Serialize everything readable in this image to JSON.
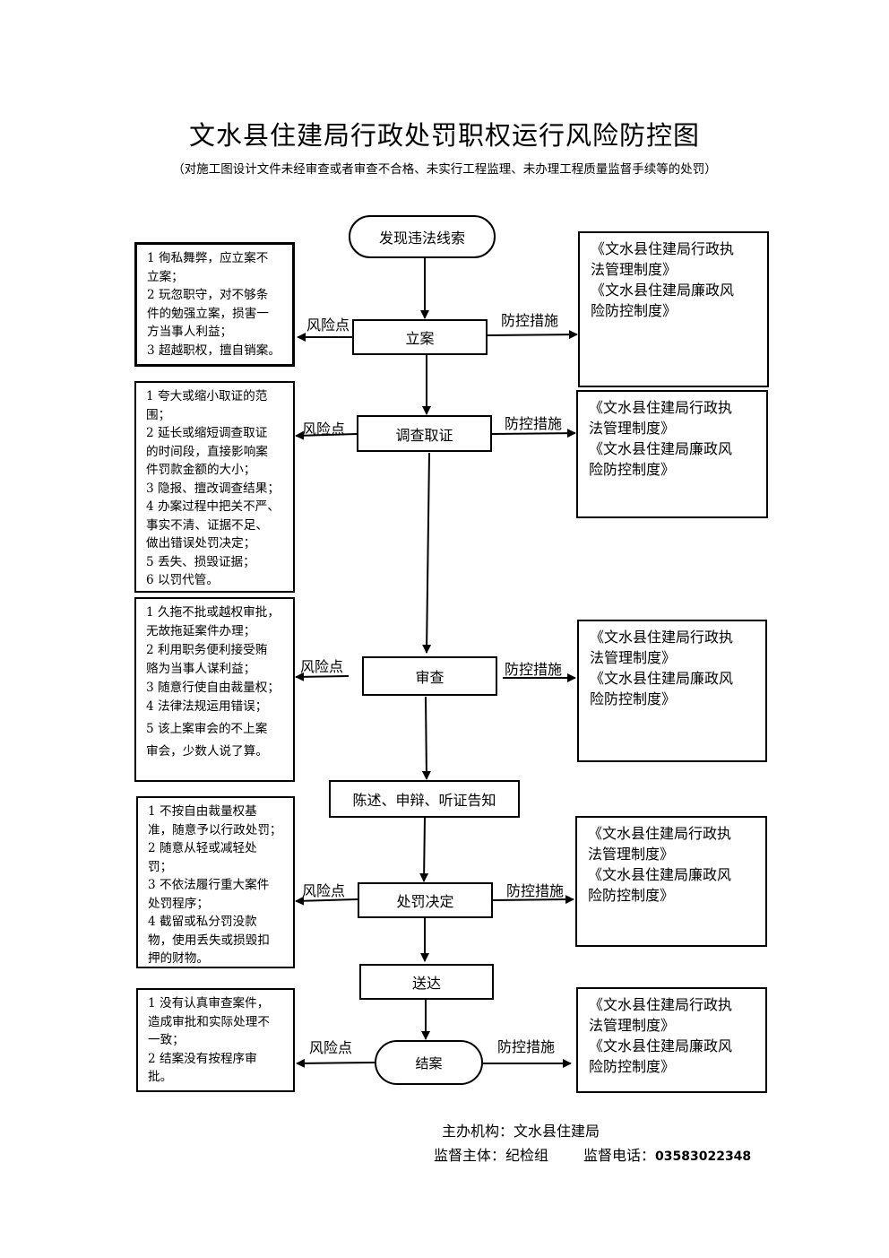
{
  "title": "文水县住建局行政处罚职权运行风险防控图",
  "subtitle": "（对施工图设计文件未经审查或者审查不合格、未实行工程监理、未办理工程质量监督手续等的处罚）",
  "labels": {
    "risk_point": "风险点",
    "control_measure": "防控措施"
  },
  "steps": {
    "discover": "发现违法线索",
    "filing": "立案",
    "investigate": "调查取证",
    "review": "审查",
    "notify": "陈述、申辩、听证告知",
    "decision": "处罚决定",
    "deliver": "送达",
    "close": "结案"
  },
  "risks": {
    "filing": [
      "1 徇私舞弊，应立案不",
      "立案；",
      "2 玩忽职守，对不够条",
      "件的勉强立案，损害一",
      "方当事人利益；",
      "3 超越职权，擅自销案。"
    ],
    "investigate": [
      "1 夸大或缩小取证的范",
      "围；",
      "2 延长或缩短调查取证",
      "的时间段，直接影响案",
      "件罚款金额的大小；",
      "3 隐报、擅改调查结果；",
      "4 办案过程中把关不严、",
      "事实不清、证据不足、",
      "做出错误处罚决定；",
      "5 丢失、损毁证据；",
      "6 以罚代管。"
    ],
    "review": [
      "1 久拖不批或越权审批，",
      "无故拖延案件办理；",
      "2 利用职务便利接受贿",
      "赂为当事人谋利益；",
      "3 随意行使自由裁量权；",
      "4 法律法规运用错误；",
      "5 该上案审会的不上案",
      "审会，少数人说了算。"
    ],
    "decision": [
      "1 不按自由裁量权基",
      "准，随意予以行政处罚；",
      "2 随意从轻或减轻处",
      "罚；",
      "3 不依法履行重大案件",
      "处罚程序；",
      "4 截留或私分罚没款",
      "物，使用丢失或损毁扣",
      "押的财物。"
    ],
    "close": [
      "1 没有认真审查案件，",
      "造成审批和实际处理不",
      "一致；",
      "2 结案没有按程序审",
      "批。"
    ]
  },
  "measure_lines": [
    "《文水县住建局行政执",
    "法管理制度》",
    "《文水县住建局廉政风",
    "险防控制度》"
  ],
  "footer": {
    "org": "主办机构：文水县住建局",
    "supervisor": "监督主体：纪检组",
    "phone_label": "监督电话：",
    "phone": "03583022348"
  }
}
